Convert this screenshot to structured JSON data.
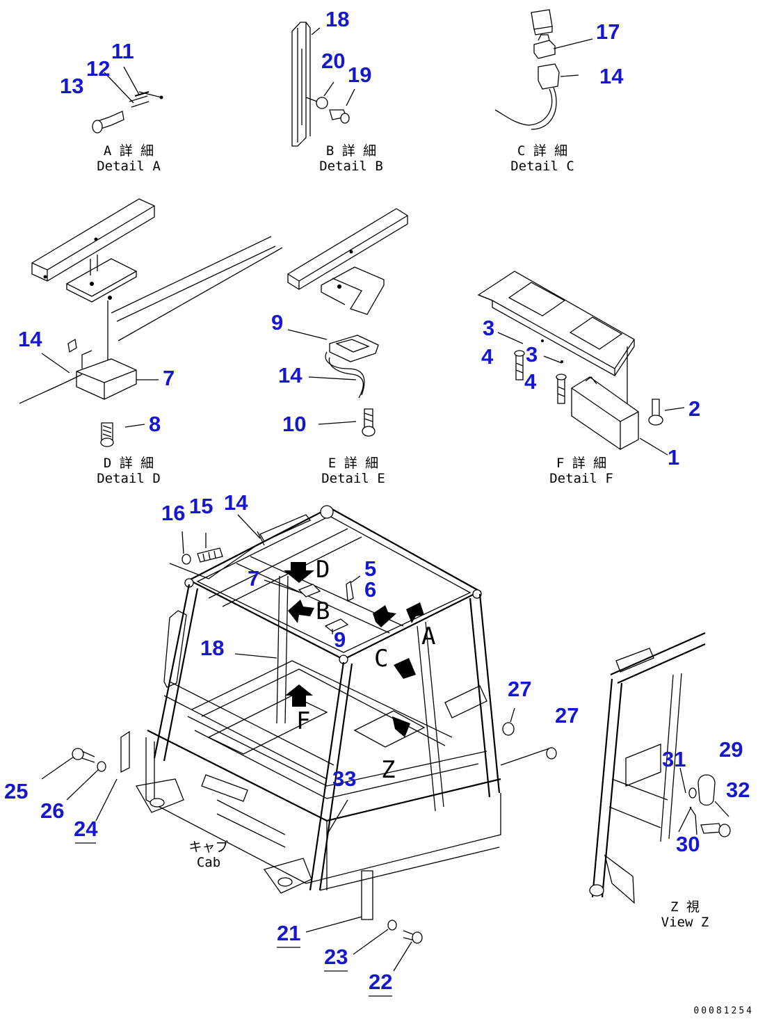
{
  "callouts": [
    {
      "id": "c11",
      "label": "11"
    },
    {
      "id": "c12",
      "label": "12"
    },
    {
      "id": "c13",
      "label": "13"
    },
    {
      "id": "c18a",
      "label": "18"
    },
    {
      "id": "c20",
      "label": "20"
    },
    {
      "id": "c19",
      "label": "19"
    },
    {
      "id": "c17",
      "label": "17"
    },
    {
      "id": "c14a",
      "label": "14"
    },
    {
      "id": "c14b",
      "label": "14"
    },
    {
      "id": "c7a",
      "label": "7"
    },
    {
      "id": "c8",
      "label": "8"
    },
    {
      "id": "c9a",
      "label": "9"
    },
    {
      "id": "c14c",
      "label": "14"
    },
    {
      "id": "c10",
      "label": "10"
    },
    {
      "id": "c3a",
      "label": "3"
    },
    {
      "id": "c4a",
      "label": "4"
    },
    {
      "id": "c3b",
      "label": "3"
    },
    {
      "id": "c4b",
      "label": "4"
    },
    {
      "id": "c2",
      "label": "2"
    },
    {
      "id": "c1",
      "label": "1"
    },
    {
      "id": "c16",
      "label": "16"
    },
    {
      "id": "c15",
      "label": "15"
    },
    {
      "id": "c14d",
      "label": "14"
    },
    {
      "id": "c5",
      "label": "5"
    },
    {
      "id": "c6",
      "label": "6"
    },
    {
      "id": "c7b",
      "label": "7"
    },
    {
      "id": "c9b",
      "label": "9"
    },
    {
      "id": "c18b",
      "label": "18"
    },
    {
      "id": "c27a",
      "label": "27"
    },
    {
      "id": "c27b",
      "label": "27"
    },
    {
      "id": "c31",
      "label": "31"
    },
    {
      "id": "c29",
      "label": "29"
    },
    {
      "id": "c32",
      "label": "32"
    },
    {
      "id": "c30",
      "label": "30"
    },
    {
      "id": "c33",
      "label": "33"
    },
    {
      "id": "c25",
      "label": "25"
    },
    {
      "id": "c26",
      "label": "26"
    },
    {
      "id": "c24",
      "label": "24"
    },
    {
      "id": "c21",
      "label": "21"
    },
    {
      "id": "c23",
      "label": "23"
    },
    {
      "id": "c22",
      "label": "22"
    }
  ],
  "captions": {
    "detail_a": {
      "jp": "A 詳 細",
      "en": "Detail A"
    },
    "detail_b": {
      "jp": "B 詳 細",
      "en": "Detail B"
    },
    "detail_c": {
      "jp": "C 詳 細",
      "en": "Detail C"
    },
    "detail_d": {
      "jp": "D 詳 細",
      "en": "Detail D"
    },
    "detail_e": {
      "jp": "E 詳 細",
      "en": "Detail E"
    },
    "detail_f": {
      "jp": "F 詳 細",
      "en": "Detail F"
    },
    "cab": {
      "jp": "キャブ",
      "en": "Cab"
    },
    "view_z": {
      "jp": "Z 視",
      "en": "View Z"
    }
  },
  "view_letters": {
    "d": "D",
    "b": "B",
    "a": "A",
    "c": "C",
    "f": "F",
    "z": "Z"
  },
  "document_number": "00081254"
}
